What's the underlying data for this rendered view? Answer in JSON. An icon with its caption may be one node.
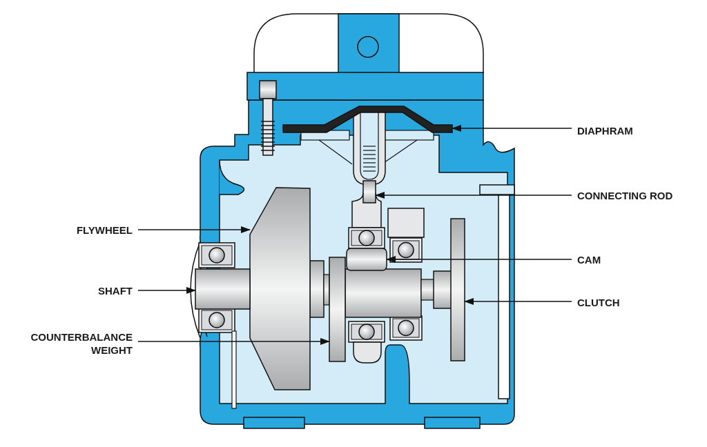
{
  "diagram": {
    "nodes": [
      {
        "text": [
          "DIAPHRAM"
        ]
      },
      {
        "text": [
          "CONNECTING ROD"
        ]
      },
      {
        "text": [
          "FLYWHEEL"
        ]
      },
      {
        "text": [
          "CAM"
        ]
      },
      {
        "text": [
          "SHAFT"
        ]
      },
      {
        "text": [
          "CLUTCH"
        ]
      },
      {
        "text": [
          "COUNTERBALANCE WEIGHT"
        ]
      },
      {
        "text": [],
        "shape": "bar"
      },
      {
        "text": [],
        "shape": "bar"
      },
      {
        "text": [],
        "shape": "box"
      },
      {
        "text": [],
        "shape": "box"
      },
      {
        "text": [],
        "shape": "bar"
      },
      {
        "text": [],
        "shape": "bar"
      },
      {
        "text": [],
        "shape": "bar"
      }
    ],
    "edges": [
      {
        "from": 0,
        "to": 7,
        "arrow": "to"
      },
      {
        "from": 1,
        "to": 8,
        "arrow": "to"
      },
      {
        "from": 2,
        "to": 9,
        "arrow": "to"
      },
      {
        "from": 3,
        "to": 10,
        "arrow": "to"
      },
      {
        "from": 4,
        "to": 11,
        "arrow": "to"
      },
      {
        "from": 5,
        "to": 12,
        "arrow": "to"
      },
      {
        "from": 6,
        "to": 13,
        "arrow": "to"
      }
    ]
  }
}
